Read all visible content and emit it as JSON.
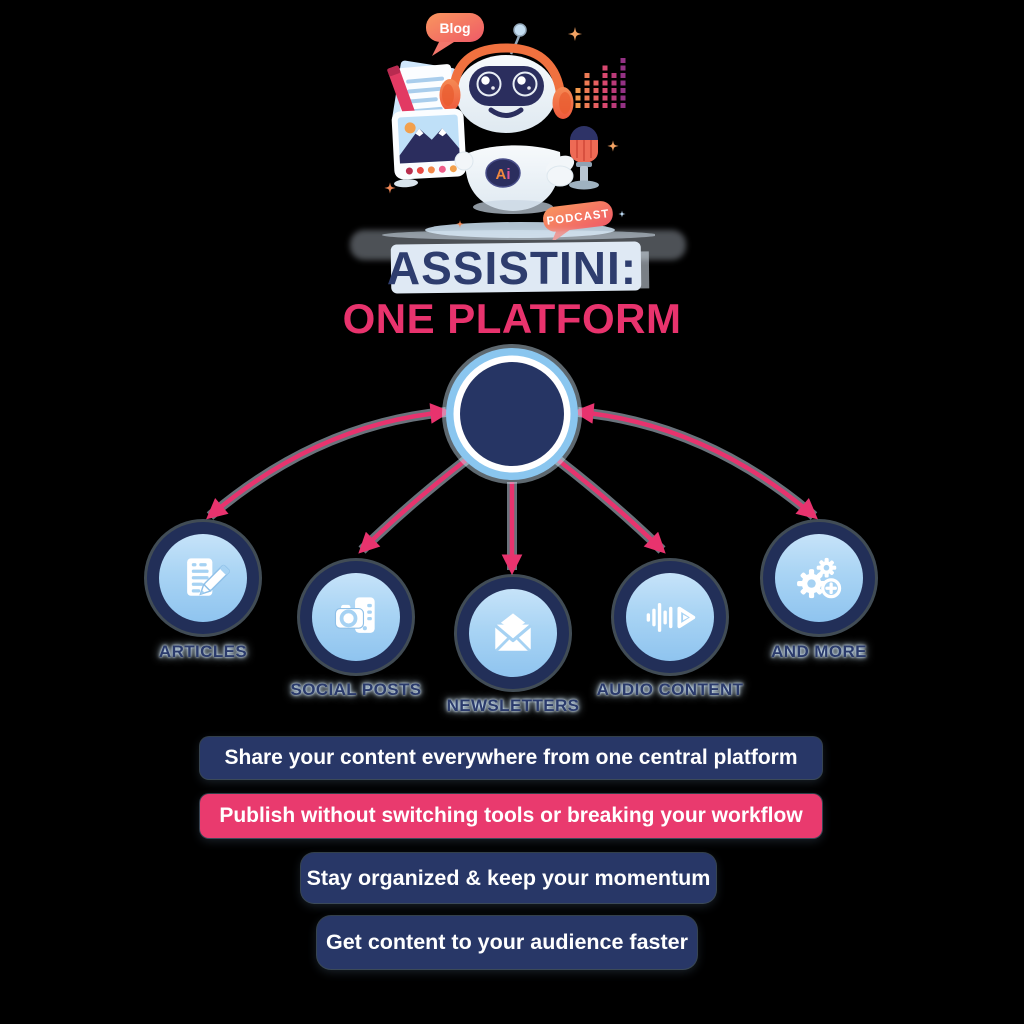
{
  "colors": {
    "navy": "#273565",
    "navy_dark": "#222f58",
    "pink": "#e8336e",
    "light_blue_ring": "#8ac6ef",
    "pale_blue": "#cfe4f7",
    "orange": "#f3794f",
    "white": "#ffffff"
  },
  "mascot": {
    "blog_bubble_text": "Blog",
    "podcast_bubble_text": "PODCAST",
    "chest_badge_letter1": "A",
    "chest_badge_letter2": "i",
    "icons": [
      "robot-icon",
      "headphones-icon",
      "antenna-icon",
      "notes-pencil-icon",
      "photo-frame-icon",
      "microphone-icon",
      "bar-chart-icon",
      "sparkle-icon",
      "speech-bubble-icon"
    ]
  },
  "title": {
    "line1": "ASSISTINI:",
    "line2": "ONE PLATFORM"
  },
  "diagram": {
    "hub_icon": "central-platform-circle",
    "arrow_color": "#e8336e",
    "nodes": [
      {
        "label": "ARTICLES",
        "icon": "document-pencil-icon"
      },
      {
        "label": "SOCIAL POSTS",
        "icon": "camera-phone-icon"
      },
      {
        "label": "NEWSLETTERS",
        "icon": "envelope-icon"
      },
      {
        "label": "AUDIO CONTENT",
        "icon": "waveform-play-icon"
      },
      {
        "label": "AND MORE",
        "icon": "gears-plus-icon"
      }
    ]
  },
  "banners": [
    {
      "text": "Share your content everywhere from one central platform",
      "color": "#283767"
    },
    {
      "text": "Publish without switching tools or breaking your workflow",
      "color": "#e93a6e"
    },
    {
      "text": "Stay organized & keep your momentum",
      "color": "#283767"
    },
    {
      "text": "Get content to your audience faster",
      "color": "#283767"
    }
  ]
}
